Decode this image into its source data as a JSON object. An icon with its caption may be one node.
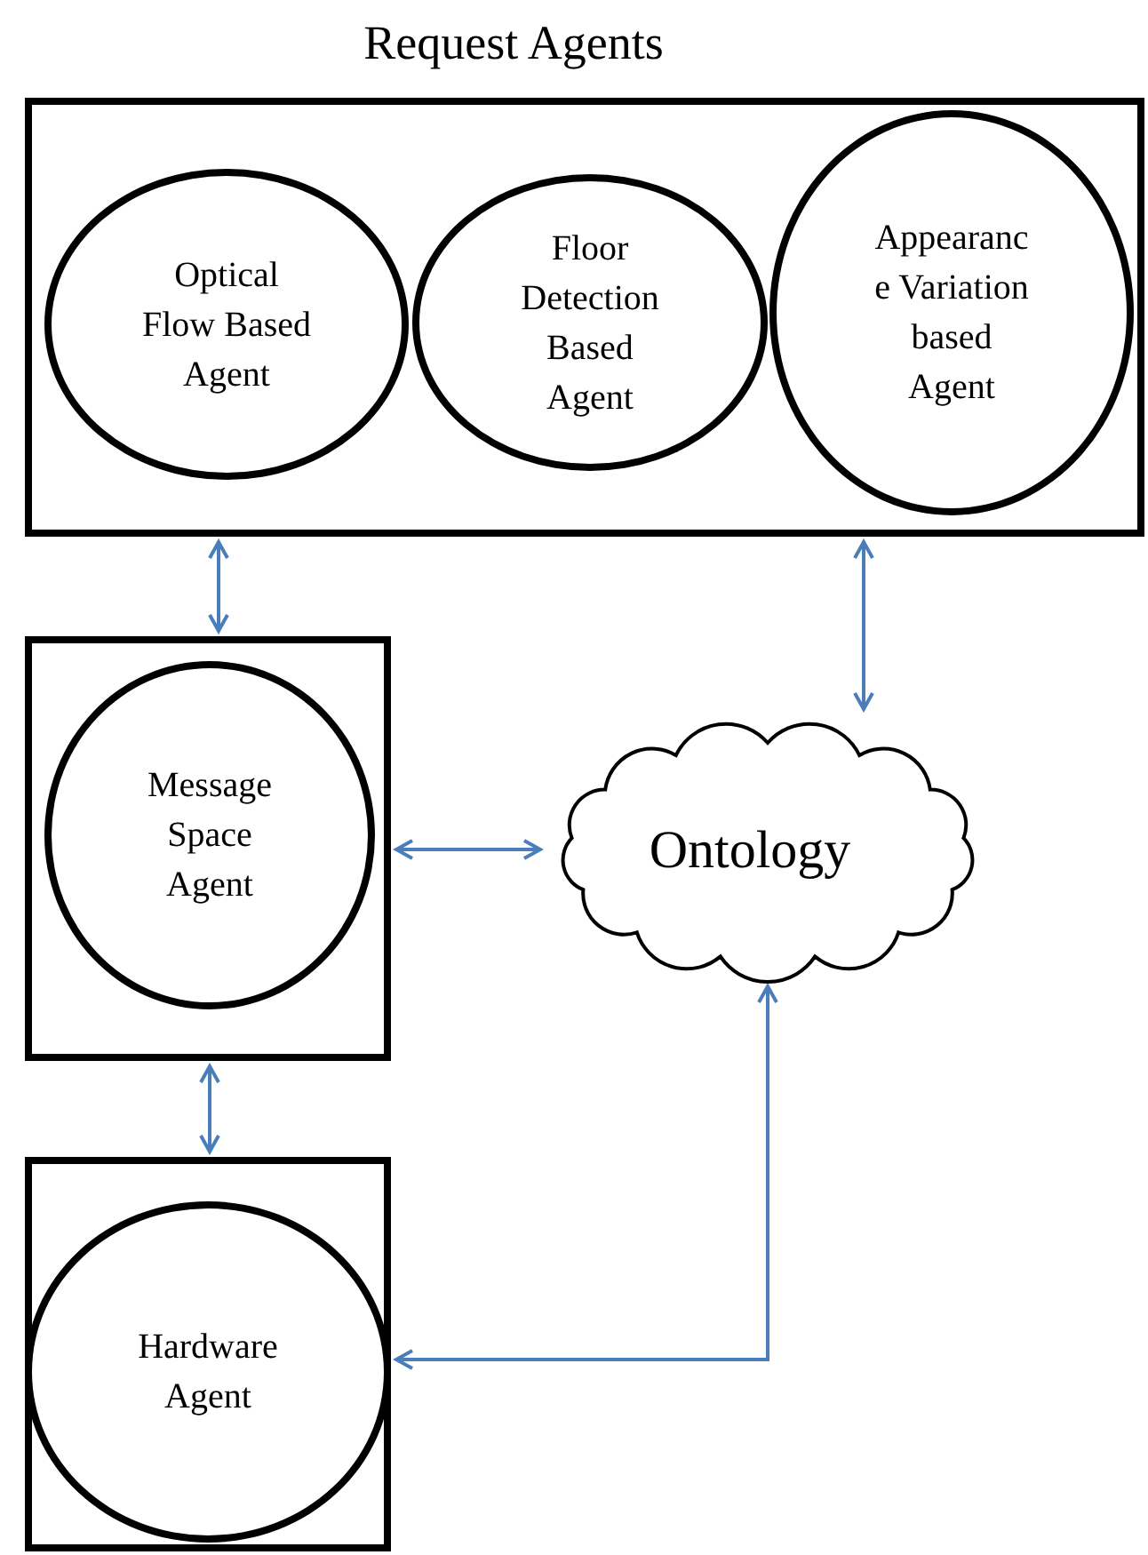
{
  "diagram": {
    "nodes": [
      {
        "text": [
          "Request Agents"
        ]
      },
      {
        "text": [
          "Optical Flow Based Agent"
        ],
        "in": 0
      },
      {
        "text": [
          "Floor Detection Based Agent"
        ],
        "in": 0
      },
      {
        "text": [
          "Appearanc e Variation based Agent"
        ],
        "in": 0
      },
      {
        "text": [],
        "shape": "box"
      },
      {
        "text": [
          "Message Space Agent"
        ],
        "in": 4
      },
      {
        "text": [],
        "shape": "box"
      },
      {
        "text": [
          "Hardware Agent"
        ],
        "in": 6
      },
      {
        "text": [
          "Ontology"
        ]
      }
    ],
    "edges": [
      {
        "from": 0,
        "to": 4,
        "arrow": "both"
      },
      {
        "from": 0,
        "to": 8,
        "arrow": "both"
      },
      {
        "from": 4,
        "to": 8,
        "arrow": "both"
      },
      {
        "from": 4,
        "to": 6,
        "arrow": "both"
      },
      {
        "from": 6,
        "to": 8,
        "arrow": "both"
      }
    ]
  }
}
